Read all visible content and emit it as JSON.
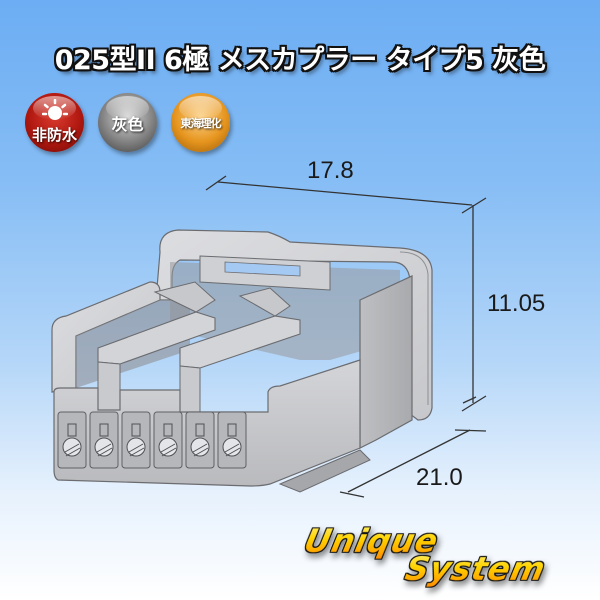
{
  "title": "025型II 6極 メスカプラー タイプ5 灰色",
  "badges": [
    {
      "label": "非防水",
      "icon": "sun-icon",
      "color": "#b01810"
    },
    {
      "label": "灰色",
      "color": "#8a8a8a"
    },
    {
      "label": "東海理化",
      "color": "#e6951e"
    }
  ],
  "dimensions": {
    "width": "17.8",
    "height": "11.05",
    "depth": "21.0"
  },
  "logo": {
    "line1": "Unique",
    "line2": "System"
  },
  "product": {
    "pin_count": 6,
    "body_color": "#c8c9cc"
  },
  "colors": {
    "bg_top": "#6cadf3",
    "bg_bottom": "#ffffff",
    "logo_yellow": "#ffd200",
    "logo_orange": "#ff8a00"
  }
}
